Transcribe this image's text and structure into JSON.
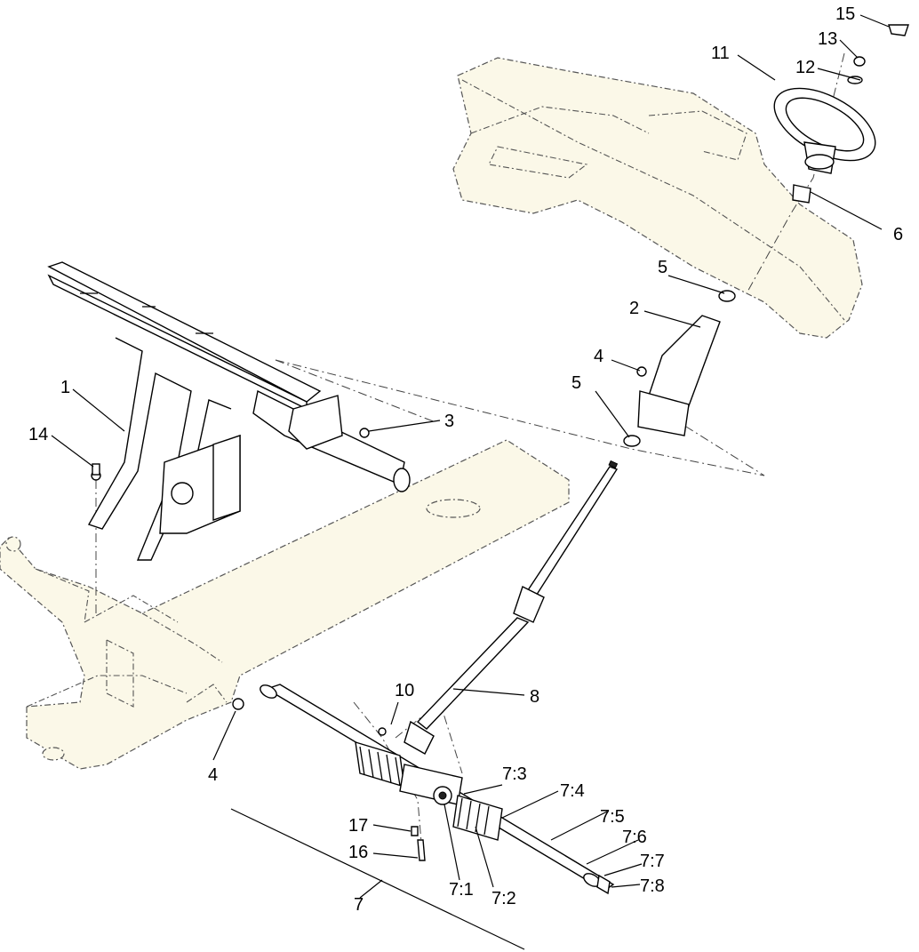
{
  "callouts": {
    "c1": "1",
    "c2": "2",
    "c3": "3",
    "c4a": "4",
    "c4b": "4",
    "c5a": "5",
    "c5b": "5",
    "c6": "6",
    "c7": "7",
    "c7_1": "7:1",
    "c7_2": "7:2",
    "c7_3": "7:3",
    "c7_4": "7:4",
    "c7_5": "7:5",
    "c7_6": "7:6",
    "c7_7": "7:7",
    "c7_8": "7:8",
    "c8": "8",
    "c10": "10",
    "c11": "11",
    "c12": "12",
    "c13": "13",
    "c14": "14",
    "c15": "15",
    "c16": "16",
    "c17": "17"
  },
  "colors": {
    "ghost_fill": "#fbf8e8",
    "line": "#000000"
  }
}
